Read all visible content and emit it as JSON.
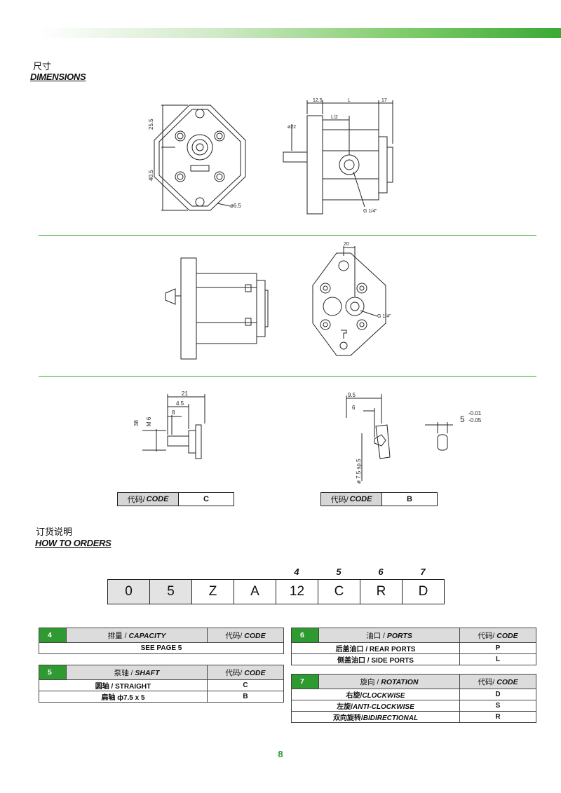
{
  "section_dimensions": {
    "cn": "尺寸",
    "en": "DIMENSIONS"
  },
  "drawing1_labels": {
    "d1": "25.5",
    "d2": "40.5",
    "d3": "ø6.5"
  },
  "drawing2_labels": {
    "d1": "12.5",
    "d2": "L",
    "d3": "17",
    "d4": "L/2",
    "d5": "ø22",
    "d6": "G 1/4\""
  },
  "drawing4_labels": {
    "d1": "20",
    "d2": "G 1/4\""
  },
  "shaft_c_labels": {
    "d1": "21",
    "d2": "4.5",
    "d3": "8",
    "d4": "38",
    "d5": "M 6"
  },
  "shaft_b_labels": {
    "d1": "9.5",
    "d2": "6",
    "d3": "ø 7.5 sp.5",
    "d4": "5",
    "d5": "-0.01",
    "d6": "-0.05"
  },
  "code_c": {
    "label_cn": "代码/",
    "label_en": "CODE",
    "value": "C"
  },
  "code_b": {
    "label_cn": "代码/",
    "label_en": "CODE",
    "value": "B"
  },
  "section_order": {
    "cn": "订货说明",
    "en": "HOW TO ORDERS"
  },
  "position_numbers": [
    "4",
    "5",
    "6",
    "7"
  ],
  "order_code": [
    "0",
    "5",
    "Z",
    "A",
    "12",
    "C",
    "R",
    "D"
  ],
  "table_capacity": {
    "num": "4",
    "label_cn": "排量 /",
    "label_en": "CAPACITY",
    "code_cn": "代码/",
    "code_en": "CODE",
    "rows": [
      {
        "desc": "SEE PAGE 5"
      }
    ]
  },
  "table_shaft": {
    "num": "5",
    "label_cn": "泵轴 /",
    "label_en": "SHAFT",
    "code_cn": "代码/",
    "code_en": "CODE",
    "rows": [
      {
        "desc_cn": "圆轴 /",
        "desc_en": "STRAIGHT",
        "code": "C"
      },
      {
        "desc_cn": "扁轴 ф7.5 x 5",
        "desc_en": "",
        "code": "B"
      }
    ]
  },
  "table_ports": {
    "num": "6",
    "label_cn": "油口 /",
    "label_en": "PORTS",
    "code_cn": "代码/",
    "code_en": "CODE",
    "rows": [
      {
        "desc_cn": "后盖油口 /",
        "desc_en": "REAR PORTS",
        "code": "P"
      },
      {
        "desc_cn": "侧盖油口 /",
        "desc_en": "SIDE PORTS",
        "code": "L"
      }
    ]
  },
  "table_rotation": {
    "num": "7",
    "label_cn": "旋向 /",
    "label_en": "ROTATION",
    "code_cn": "代码/",
    "code_en": "CODE",
    "rows": [
      {
        "desc_cn": "右旋/",
        "desc_en": "CLOCKWISE",
        "code": "D"
      },
      {
        "desc_cn": "左旋/",
        "desc_en": "ANTI-CLOCKWISE",
        "code": "S"
      },
      {
        "desc_cn": "双向旋转/",
        "desc_en": "BIDIRECTIONAL",
        "code": "R"
      }
    ]
  },
  "page_number": "8",
  "colors": {
    "accent_green": "#2e9a31",
    "header_grey": "#dcdcdc"
  }
}
